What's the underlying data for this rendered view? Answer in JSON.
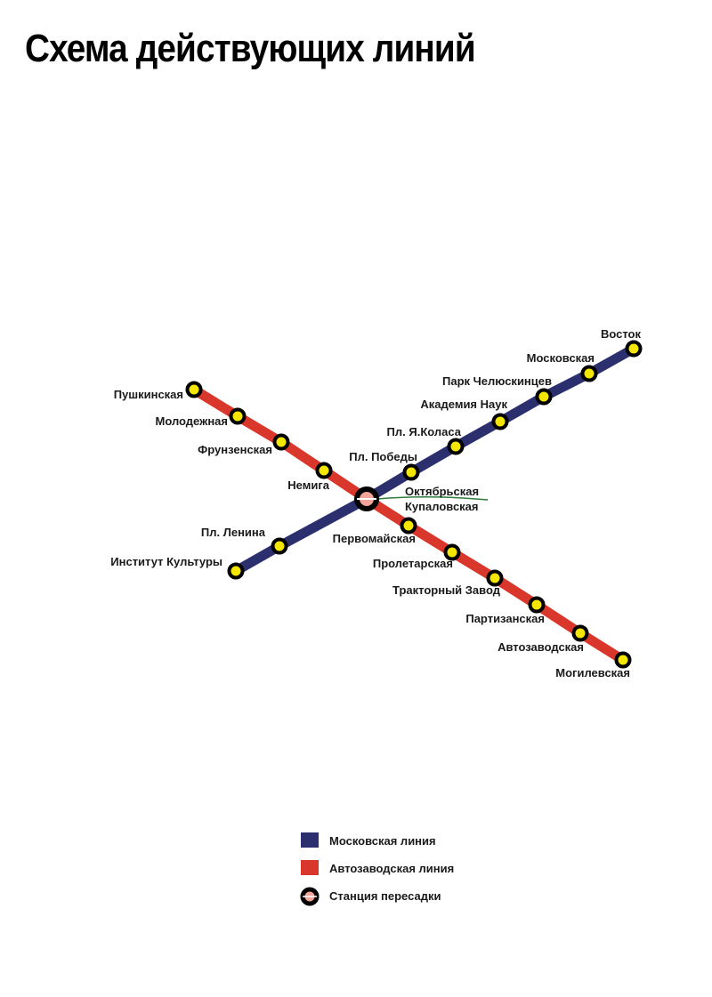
{
  "title": "Схема действующих линий",
  "lines": [
    {
      "id": "moskovskaya",
      "name": "Московская линия",
      "color": "#2b2f6e",
      "stations": [
        "Институт Культуры",
        "Пл. Ленина",
        "Октябрьская",
        "Пл. Победы",
        "Пл. Я.Коласа",
        "Академия Наук",
        "Парк Челюскинцев",
        "Московская",
        "Восток"
      ]
    },
    {
      "id": "avtozavodskaya",
      "name": "Автозаводская линия",
      "color": "#d9372b",
      "stations": [
        "Пушкинская",
        "Молодежная",
        "Фрунзенская",
        "Немига",
        "Купаловская",
        "Первомайская",
        "Пролетарская",
        "Тракторный Завод",
        "Партизанская",
        "Автозаводская",
        "Могилевская"
      ]
    }
  ],
  "transfer": {
    "stations": [
      "Октябрьская",
      "Купаловская"
    ],
    "ring_color": "#000000",
    "fill_color": "#f2a39a"
  },
  "station_style": {
    "ring_color": "#000000",
    "fill_color": "#f5e600"
  },
  "legend": {
    "items": [
      {
        "label": "Московская линия",
        "color": "#2b2f6e",
        "type": "square"
      },
      {
        "label": "Автозаводская линия",
        "color": "#d9372b",
        "type": "square"
      },
      {
        "label": "Станция пересадки",
        "color": "#000000",
        "type": "transfer"
      }
    ]
  }
}
